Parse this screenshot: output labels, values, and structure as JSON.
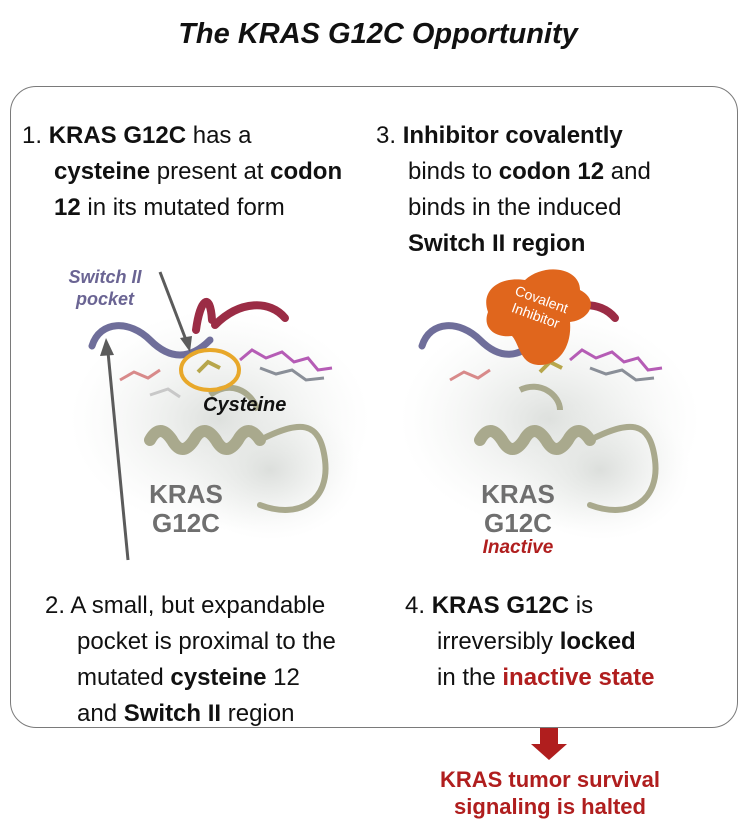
{
  "title": "The KRAS G12C Opportunity",
  "steps": {
    "s1": {
      "num": "1.",
      "t1": "KRAS G12C",
      "t2": " has a",
      "t3": "cysteine",
      "t4": " present at ",
      "t5": "codon",
      "t6": "12",
      "t7": " in its mutated form"
    },
    "s2": {
      "num": "2.",
      "t1": "A small, but expandable",
      "t2": "pocket is proximal to the",
      "t3": "mutated ",
      "t4": "cysteine",
      "t5": " 12",
      "t6": "and ",
      "t7": "Switch II",
      "t8": " region"
    },
    "s3": {
      "num": "3.",
      "t1": "Inhibitor covalently",
      "t2": "binds to ",
      "t3": "codon 12",
      "t4": " and",
      "t5": "binds in the induced",
      "t6": "Switch II region"
    },
    "s4": {
      "num": "4.",
      "t1": "KRAS G12C",
      "t2": " is",
      "t3": "irreversibly ",
      "t4": "locked",
      "t5": "in the ",
      "t6": "inactive state"
    }
  },
  "labels": {
    "switch_pocket": "Switch II pocket",
    "cysteine": "Cysteine",
    "kras_left_1": "KRAS",
    "kras_left_2": "G12C",
    "kras_right_1": "KRAS",
    "kras_right_2": "G12C",
    "inactive": "Inactive",
    "covalent_1": "Covalent",
    "covalent_2": "Inhibitor"
  },
  "result": {
    "line1": "KRAS tumor survival",
    "line2": "signaling is halted"
  },
  "colors": {
    "accent_red": "#b01e1e",
    "switch_purple": "#6a6493",
    "inhibitor_orange": "#e0661d",
    "ring_gold": "#e8a82a"
  }
}
